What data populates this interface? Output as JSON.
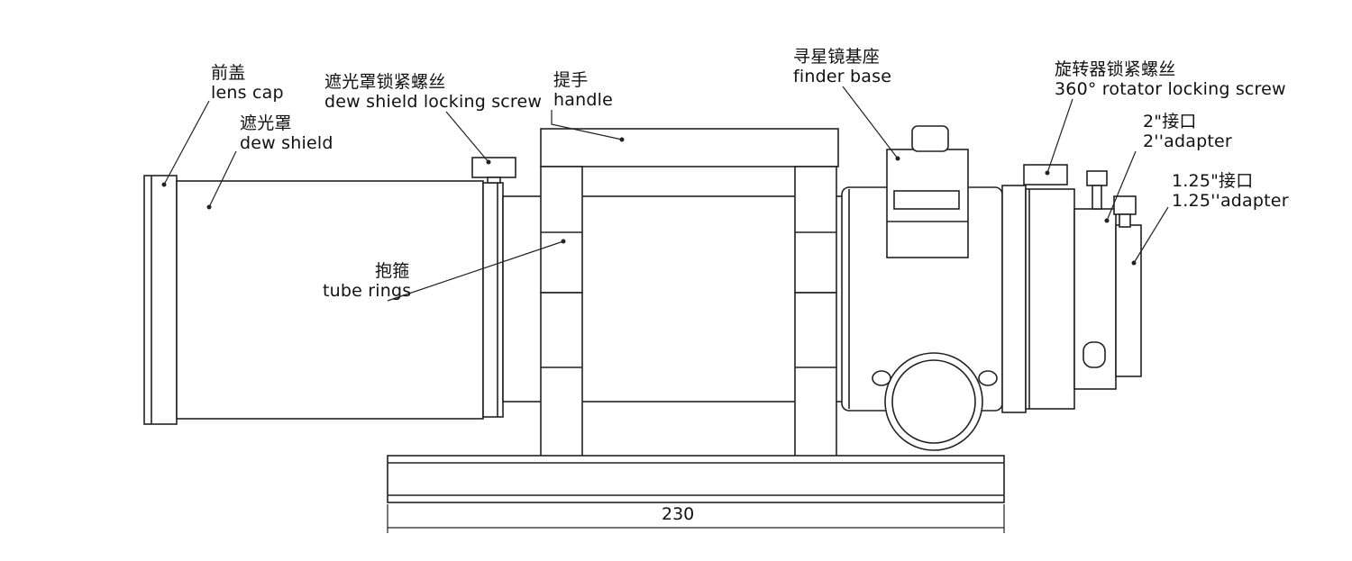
{
  "labels": {
    "lens_cap": {
      "zh": "前盖",
      "en": "lens cap"
    },
    "dew_shield": {
      "zh": "遮光罩",
      "en": "dew shield"
    },
    "dew_shield_screw": {
      "zh": "遮光罩锁紧螺丝",
      "en": "dew shield locking screw"
    },
    "handle": {
      "zh": "提手",
      "en": "handle"
    },
    "finder_base": {
      "zh": "寻星镜基座",
      "en": "finder base"
    },
    "rotator_screw": {
      "zh": "旋转器锁紧螺丝",
      "en": "360° rotator locking screw"
    },
    "adapter_2": {
      "zh": "2\"接口",
      "en": "2''adapter"
    },
    "adapter_125": {
      "zh": "1.25\"接口",
      "en": "1.25''adapter"
    },
    "tube_rings": {
      "zh": "抱箍",
      "en": "tube rings"
    }
  },
  "dimension": {
    "value": "230"
  }
}
